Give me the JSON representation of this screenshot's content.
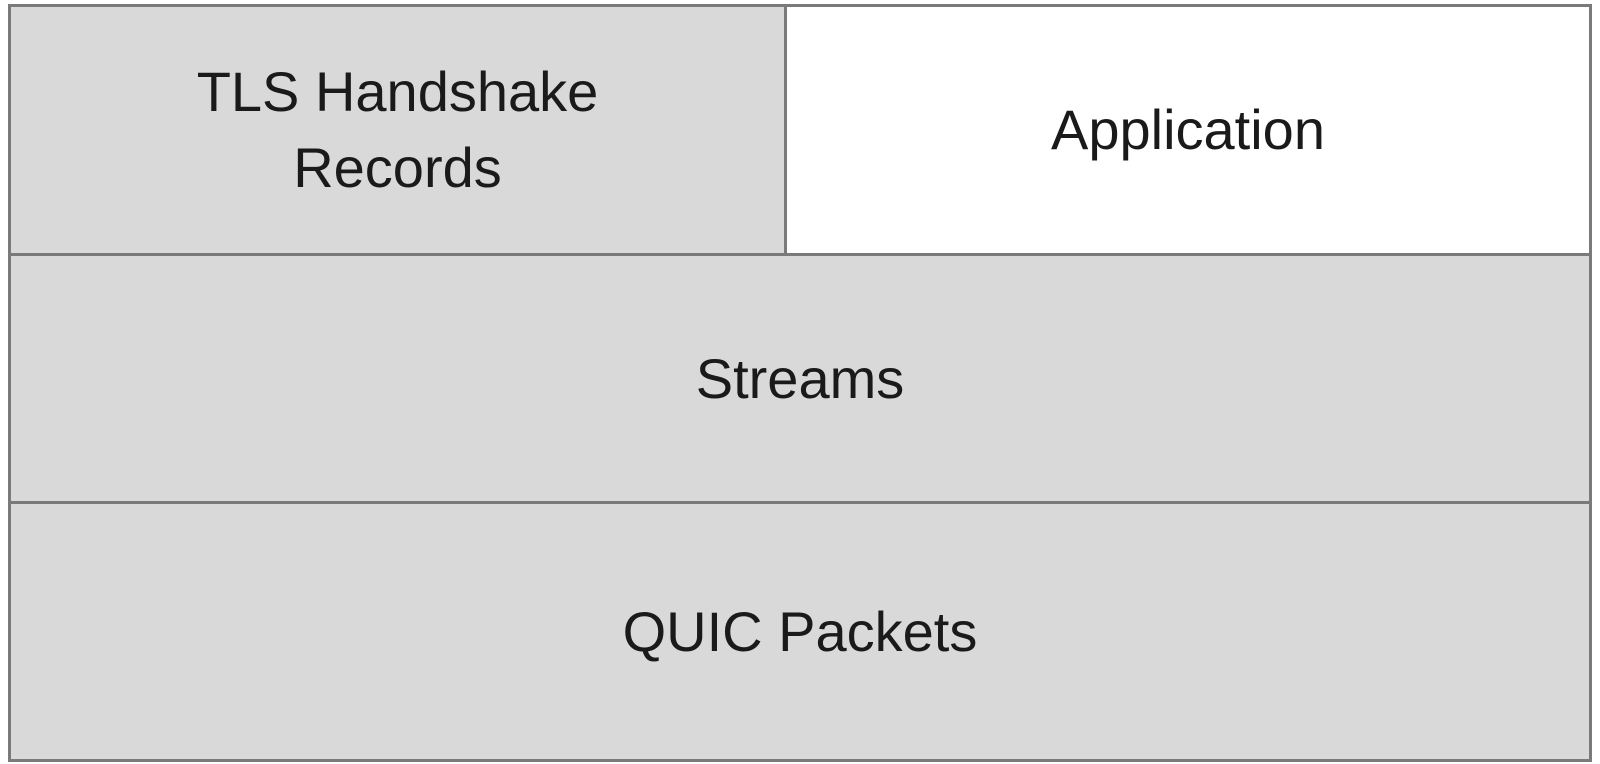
{
  "layers": {
    "tls_handshake_records": {
      "line1": "TLS Handshake",
      "line2": "Records"
    },
    "application": "Application",
    "streams": "Streams",
    "quic_packets": "QUIC Packets"
  },
  "colors": {
    "layer_fill": "#d9d9d9",
    "application_fill": "#ffffff",
    "border": "#7a7a7a",
    "text": "#1a1a1a"
  }
}
